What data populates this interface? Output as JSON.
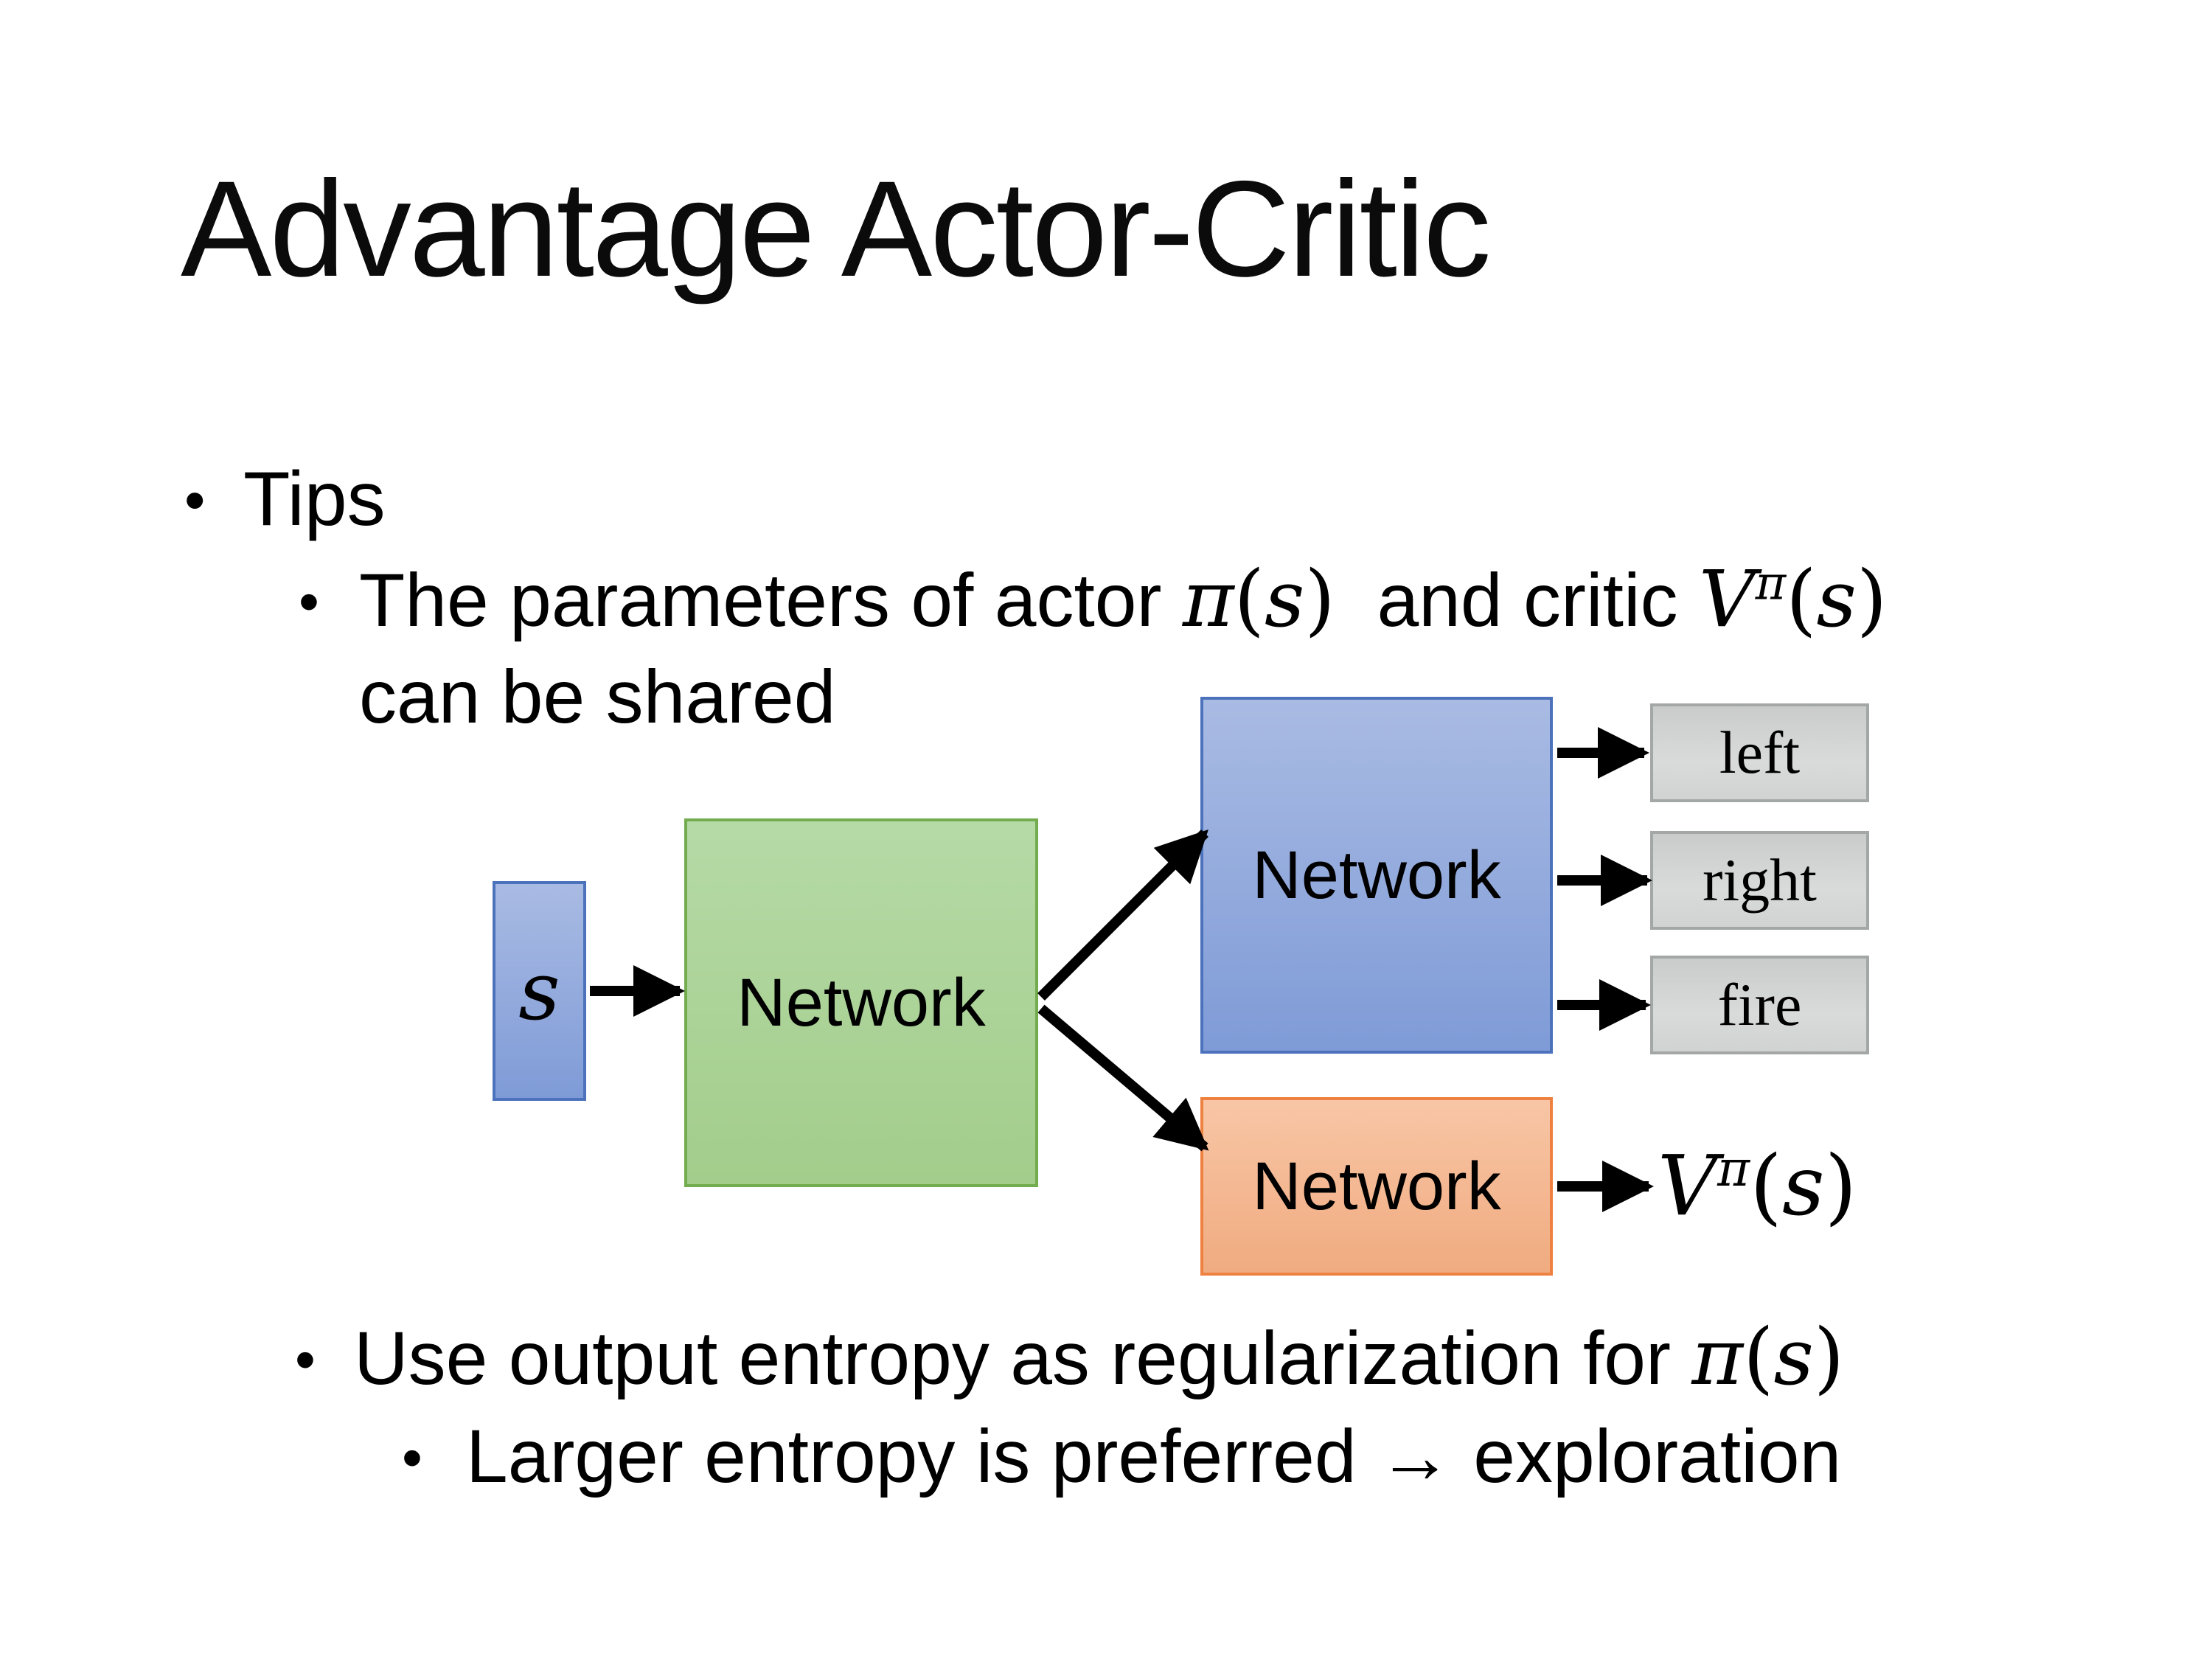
{
  "slide": {
    "title": "Advantage Actor-Critic"
  },
  "bullets": {
    "dot": "•",
    "tips": "Tips",
    "shared_line": {
      "t1": "The parameters of actor ",
      "pi1": "π",
      "lp1": "(",
      "s1": "s",
      "rp1": ")",
      "t2": "  and critic ",
      "V": "V",
      "Vsup": "π",
      "lp2": "(",
      "s2": "s",
      "rp2": ")",
      "t3": "can be shared"
    },
    "entropy_line": {
      "t1": "Use output entropy as regularization for ",
      "pi": "π",
      "lp": "(",
      "s": "s",
      "rp": ")"
    },
    "exploration_line": "Larger entropy is preferred → exploration"
  },
  "diagram": {
    "input_label": "s",
    "shared_network_label": "Network",
    "actor_network_label": "Network",
    "critic_network_label": "Network",
    "actions": [
      "left",
      "right",
      "fire"
    ],
    "critic_output": {
      "V": "V",
      "sup": "π",
      "lp": "(",
      "s": "s",
      "rp": ")"
    },
    "colors": {
      "blue_fill_top": "#A9BBE3",
      "blue_fill_bottom": "#7F9BD7",
      "blue_border": "#4C72BC",
      "green_fill_top": "#B6DAA6",
      "green_fill_bottom": "#A2CD8B",
      "green_border": "#73AC4F",
      "orange_fill_top": "#F8C6A6",
      "orange_fill_bottom": "#F0AB80",
      "orange_border": "#EE8140",
      "gray_fill_top": "#C9CCCB",
      "gray_fill_mid": "#D8DBDA",
      "gray_fill_bottom": "#D0D3D2",
      "gray_border": "#A3A7A6",
      "arrow": "#000000"
    }
  }
}
